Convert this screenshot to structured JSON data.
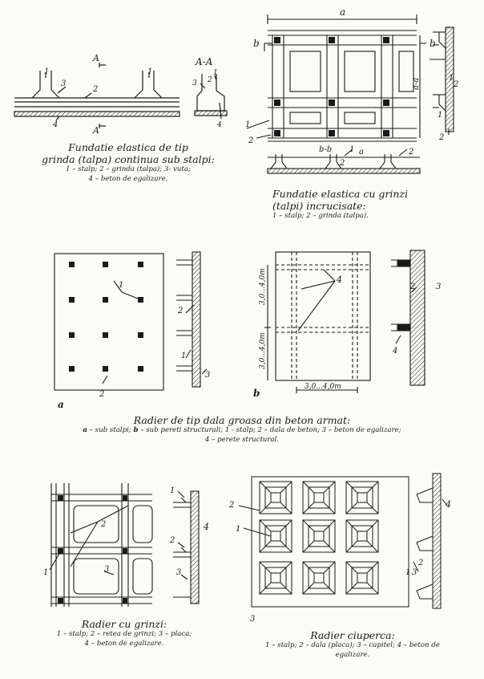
{
  "labels": {
    "n1": "1",
    "n2": "2",
    "n3": "3",
    "n4": "4",
    "a": "a",
    "b": "b",
    "A": "A",
    "A_A": "A-A",
    "a_a": "a-a",
    "b_b": "b-b",
    "dim_30_40": "3,0...4,0m",
    "dim_30_40b": "3,0...4,0m",
    "dim_30_40c": "3,0...4,0m"
  },
  "captions": {
    "c1": {
      "title_1": "Fundatie elastica de tip",
      "title_2": "grinda (talpa) continua sub stalpi:",
      "legend_1": "1 – stalp; 2 – grinda (talpa); 3- vuta;",
      "legend_2": "4 – beton de egalizare."
    },
    "c2": {
      "title_1": "Fundatie elastica cu grinzi",
      "title_2": "(talpi) incrucisate:",
      "legend_1": "1 – stalp; 2 – grinda (talpa)."
    },
    "c3": {
      "title_1": "Radier de tip dala groasa din beton armat:",
      "legend_a": "a",
      "legend_1": " – sub stalpi; ",
      "legend_b": "b",
      "legend_2": " – sub pereti structurali; 1 - stalp; 2 – dala de beton; 3 – beton de egalizare;",
      "legend_3": "4 – perete structural."
    },
    "c4": {
      "title_1": "Radier cu grinzi:",
      "legend_1": "1 – stalp; 2 – retea de grinzi; 3 – placa;",
      "legend_2": "4 – beton de egalizare."
    },
    "c5": {
      "title_1": "Radier ciuperca:",
      "legend_1": "1 – stalp; 2 – dala (placa); 3 – capitel; 4 – beton de",
      "legend_2": "egalizare."
    }
  },
  "colors": {
    "ink": "#1a1a1a",
    "paper": "#fbfbf7"
  }
}
